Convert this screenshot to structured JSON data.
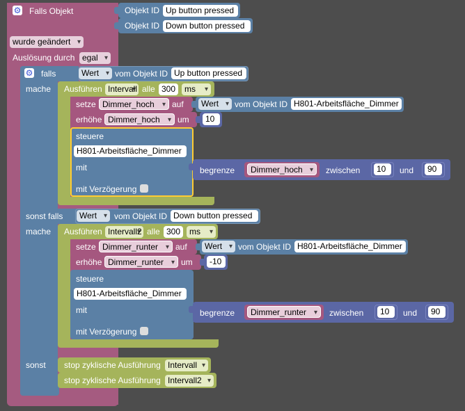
{
  "header": {
    "label": "Falls Objekt",
    "objects": [
      {
        "prefix": "Objekt ID",
        "value": "Up button pressed"
      },
      {
        "prefix": "Objekt ID",
        "value": "Down button pressed"
      }
    ],
    "trigger": "wurde geändert",
    "trigger_by_label": "Auslösung durch",
    "trigger_by_value": "egal"
  },
  "if_block": {
    "falls": "falls",
    "mache": "mache",
    "sonst_falls": "sonst falls",
    "sonst": "sonst",
    "wert": "Wert",
    "vom_objekt_id": "vom Objekt ID",
    "cond1": "Up button pressed",
    "cond2": "Down button pressed"
  },
  "branch1": {
    "run_label": "Ausführen",
    "interval_name": "Intervall",
    "every_label": "alle",
    "interval_value": "300",
    "interval_unit": "ms",
    "set_label": "setze",
    "var_name": "Dimmer_hoch",
    "on_label": "auf",
    "wert": "Wert",
    "vom_objekt_id": "vom Objekt ID",
    "object": "H801-Arbeitsfläche_Dimmer",
    "increase_label": "erhöhe",
    "by_label": "um",
    "increase_value": "10",
    "control_label": "steuere",
    "control_object": "H801-Arbeitsfläche_Dimmer",
    "with_label": "mit",
    "delay_label": "mit Verzögerung",
    "clamp_label": "begrenze",
    "between_label": "zwischen",
    "min": "10",
    "and_label": "und",
    "max": "90"
  },
  "branch2": {
    "run_label": "Ausführen",
    "interval_name": "Intervall2",
    "every_label": "alle",
    "interval_value": "300",
    "interval_unit": "ms",
    "set_label": "setze",
    "var_name": "Dimmer_runter",
    "on_label": "auf",
    "wert": "Wert",
    "vom_objekt_id": "vom Objekt ID",
    "object": "H801-Arbeitsfläche_Dimmer",
    "increase_label": "erhöhe",
    "by_label": "um",
    "increase_value": "-10",
    "control_label": "steuere",
    "control_object": "H801-Arbeitsfläche_Dimmer",
    "with_label": "mit",
    "delay_label": "mit Verzögerung",
    "clamp_label": "begrenze",
    "between_label": "zwischen",
    "min": "10",
    "and_label": "und",
    "max": "90"
  },
  "else_branch": {
    "stop_label": "stop zyklische Ausführung",
    "stop1": "Intervall",
    "stop2": "Intervall2"
  },
  "colors": {
    "event": "#a55b80",
    "logic": "#5b80a5",
    "timer": "#a5b45b",
    "variable": "#a5577f",
    "math": "#5b67a5",
    "selection": "#fc3"
  }
}
